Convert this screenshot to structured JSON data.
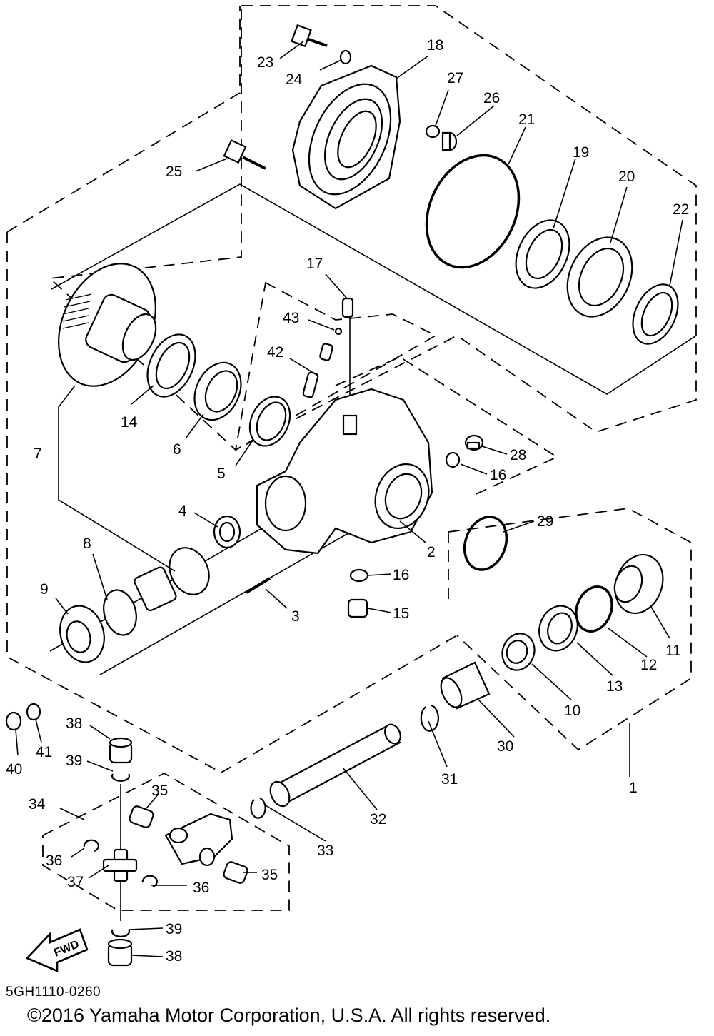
{
  "diagram": {
    "drawing_code": "5GH1110-0260",
    "copyright": "©2016 Yamaha Motor Corporation, U.S.A. All rights reserved.",
    "fwd_label": "FWD",
    "labels": {
      "p1": "1",
      "p2": "2",
      "p3": "3",
      "p4": "4",
      "p5": "5",
      "p6": "6",
      "p7": "7",
      "p8": "8",
      "p9": "9",
      "p10": "10",
      "p11": "11",
      "p12": "12",
      "p13": "13",
      "p14": "14",
      "p15": "15",
      "p16a": "16",
      "p16b": "16",
      "p17": "17",
      "p18": "18",
      "p19": "19",
      "p20": "20",
      "p21": "21",
      "p22": "22",
      "p23": "23",
      "p24": "24",
      "p25": "25",
      "p26": "26",
      "p27": "27",
      "p28": "28",
      "p29": "29",
      "p30": "30",
      "p31": "31",
      "p32": "32",
      "p33": "33",
      "p34": "34",
      "p35a": "35",
      "p35b": "35",
      "p36a": "36",
      "p36b": "36",
      "p37": "37",
      "p38a": "38",
      "p38b": "38",
      "p39a": "39",
      "p39b": "39",
      "p40": "40",
      "p41": "41",
      "p42": "42",
      "p43": "43"
    }
  }
}
